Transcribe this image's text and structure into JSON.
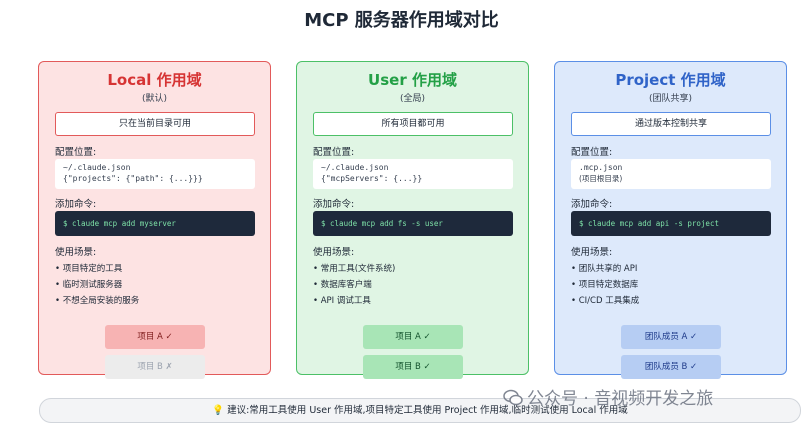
{
  "title": "MCP 服务器作用域对比",
  "cards": [
    {
      "title": "Local 作用域",
      "subtitle": "(默认)",
      "description": "只在当前目录可用",
      "config_label": "配置位置:",
      "config_line1": "~/.claude.json",
      "config_line2": "{\"projects\": {\"path\": {...}}}",
      "command_label": "添加命令:",
      "command": "$ claude mcp add myserver",
      "usage_label": "使用场景:",
      "usages": [
        "项目特定的工具",
        "临时测试服务器",
        "不想全局安装的服务"
      ],
      "pill_a": "项目 A ✓",
      "pill_b": "项目 B ✗"
    },
    {
      "title": "User 作用域",
      "subtitle": "(全局)",
      "description": "所有项目都可用",
      "config_label": "配置位置:",
      "config_line1": "~/.claude.json",
      "config_line2": "{\"mcpServers\": {...}}",
      "command_label": "添加命令:",
      "command": "$ claude mcp add fs -s user",
      "usage_label": "使用场景:",
      "usages": [
        "常用工具(文件系统)",
        "数据库客户端",
        "API 调试工具"
      ],
      "pill_a": "项目 A ✓",
      "pill_b": "项目 B ✓"
    },
    {
      "title": "Project 作用域",
      "subtitle": "(团队共享)",
      "description": "通过版本控制共享",
      "config_label": "配置位置:",
      "config_line1": ".mcp.json",
      "config_line2": "(项目根目录)",
      "command_label": "添加命令:",
      "command": "$ claude mcp add api -s project",
      "usage_label": "使用场景:",
      "usages": [
        "团队共享的 API",
        "项目特定数据库",
        "CI/CD 工具集成"
      ],
      "pill_a": "团队成员 A ✓",
      "pill_b": "团队成员 B ✓"
    }
  ],
  "tip": "💡 建议:常用工具使用 User 作用域,项目特定工具使用 Project 作用域,临时测试使用 Local 作用域",
  "watermark": "公众号 · 音视频开发之旅",
  "colors": {
    "local": "#e25a5a",
    "user": "#4cc067",
    "project": "#5b8fe6",
    "command_bg": "#1e293b",
    "command_text": "#7ee2a8"
  }
}
